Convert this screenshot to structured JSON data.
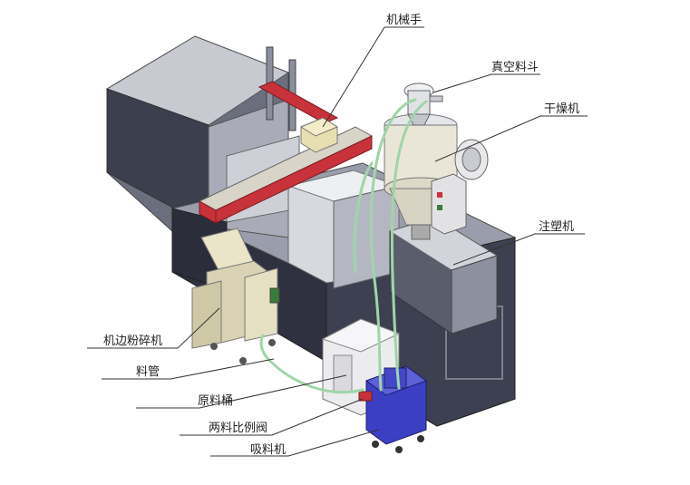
{
  "labels": {
    "robot_arm": "机械手",
    "vacuum_hopper": "真空料斗",
    "dryer": "干燥机",
    "injection_machine": "注塑机",
    "side_granulator": "机边粉碎机",
    "material_pipe": "料管",
    "raw_material_bucket": "原料桶",
    "two_material_valve": "两料比例阀",
    "suction_machine": "吸料机"
  },
  "colors": {
    "machine_dark": "#3c3f4e",
    "machine_mid": "#8b8e9c",
    "machine_light": "#c9cbd3",
    "rail_red": "#c8323a",
    "pipe_green": "#9fd5a8",
    "loader_blue": "#3b3fc4",
    "granulator_beige": "#dcd6b6"
  }
}
